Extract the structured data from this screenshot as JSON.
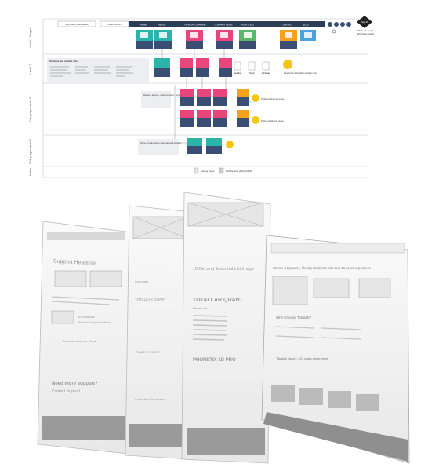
{
  "header": {
    "url": "http://[client] / wireframes",
    "version_chip": "current version",
    "nav": [
      "HOME",
      "ABOUT",
      "TERAGAS COMPANY",
      "COMPANY NEWS",
      "PORTFOLIO",
      "CONTACT",
      "BLOG"
    ],
    "status_title": "Page 4/6",
    "status_sub1": "Whole site design",
    "status_sub2": "[Wireframe review]"
  },
  "lanes": [
    "Level 1\nPages",
    "Level 2",
    "Sub-pages level 3",
    "Sub-pages level 4",
    "Notes"
  ],
  "text_blocks": {
    "structure_title": "Structure and content notes",
    "new_docs": [
      "New doc",
      "Project",
      "Template"
    ],
    "callout_a": "Required on deliverables & design notes",
    "callout_b": "Optional features for review",
    "callout_c": "Further updates for release",
    "l3_note": "Review & approve\n- content sections\n- templates",
    "l4_note": "Article\nand sub-content review\nassigned to owner"
  },
  "legend": [
    "Existing Pages",
    "Website Items (Priority/NEW)"
  ],
  "colors": {
    "nav_bar": "#2c3e57",
    "pink": "#e8457a",
    "teal": "#2bb5a8",
    "navy": "#3a4d73",
    "orange": "#f4a21b",
    "yellow": "#f5c518",
    "green": "#5bb56b",
    "sky": "#4aa3df",
    "lane_line": "#cfd4db"
  },
  "wireframe_pages": [
    {
      "heading": "Support Headline",
      "lines": [
        "10 Products",
        "Technical Specifications",
        "Tutorials and user Guide",
        "Need more support?",
        "Contact Support"
      ]
    },
    {
      "heading": "TOTALLAR QUANT",
      "lines": [
        "Company",
        "TRADE SYSTEM",
        "Computer Resources"
      ]
    },
    {
      "heading": "10 Get and Essential List Image",
      "lines": [
        "TOTALLAR QUANT",
        "Perfect for",
        "PHORETIX 1D PRO"
      ]
    },
    {
      "heading": "We are a Dynamic, friendly Business with over 20 years experience",
      "lines": [
        "Why Choose Totallab?",
        "Totallab history - 20 years experience"
      ]
    }
  ]
}
